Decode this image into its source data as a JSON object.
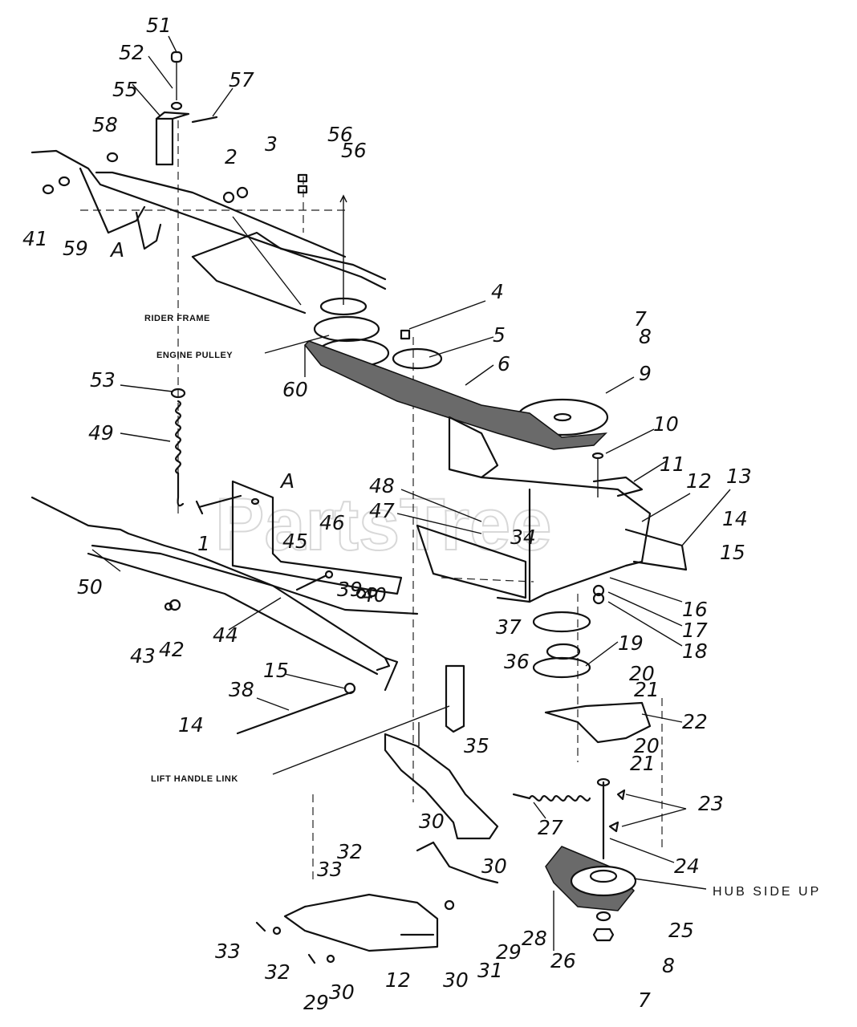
{
  "watermark": "PartsTree",
  "captions": {
    "rider_frame": "RIDER FRAME",
    "engine_pulley": "ENGINE PULLEY",
    "lift_handle_link": "LIFT HANDLE LINK",
    "hub_side_up": "HUB SIDE UP"
  },
  "callouts": [
    "51",
    "52",
    "55",
    "57",
    "58",
    "41",
    "59",
    "A",
    "2",
    "3",
    "56",
    "56",
    "4",
    "5",
    "6",
    "7",
    "8",
    "9",
    "53",
    "60",
    "49",
    "10",
    "11",
    "12",
    "13",
    "14",
    "15",
    "A",
    "48",
    "47",
    "34",
    "46",
    "45",
    "1",
    "50",
    "44",
    "39",
    "40",
    "16",
    "17",
    "18",
    "37",
    "19",
    "36",
    "20",
    "21",
    "22",
    "43",
    "42",
    "15",
    "38",
    "14",
    "20",
    "21",
    "35",
    "23",
    "27",
    "24",
    "30",
    "32",
    "33",
    "30",
    "29",
    "28",
    "25",
    "31",
    "26",
    "33",
    "32",
    "12",
    "30",
    "8",
    "29",
    "30",
    "7"
  ]
}
